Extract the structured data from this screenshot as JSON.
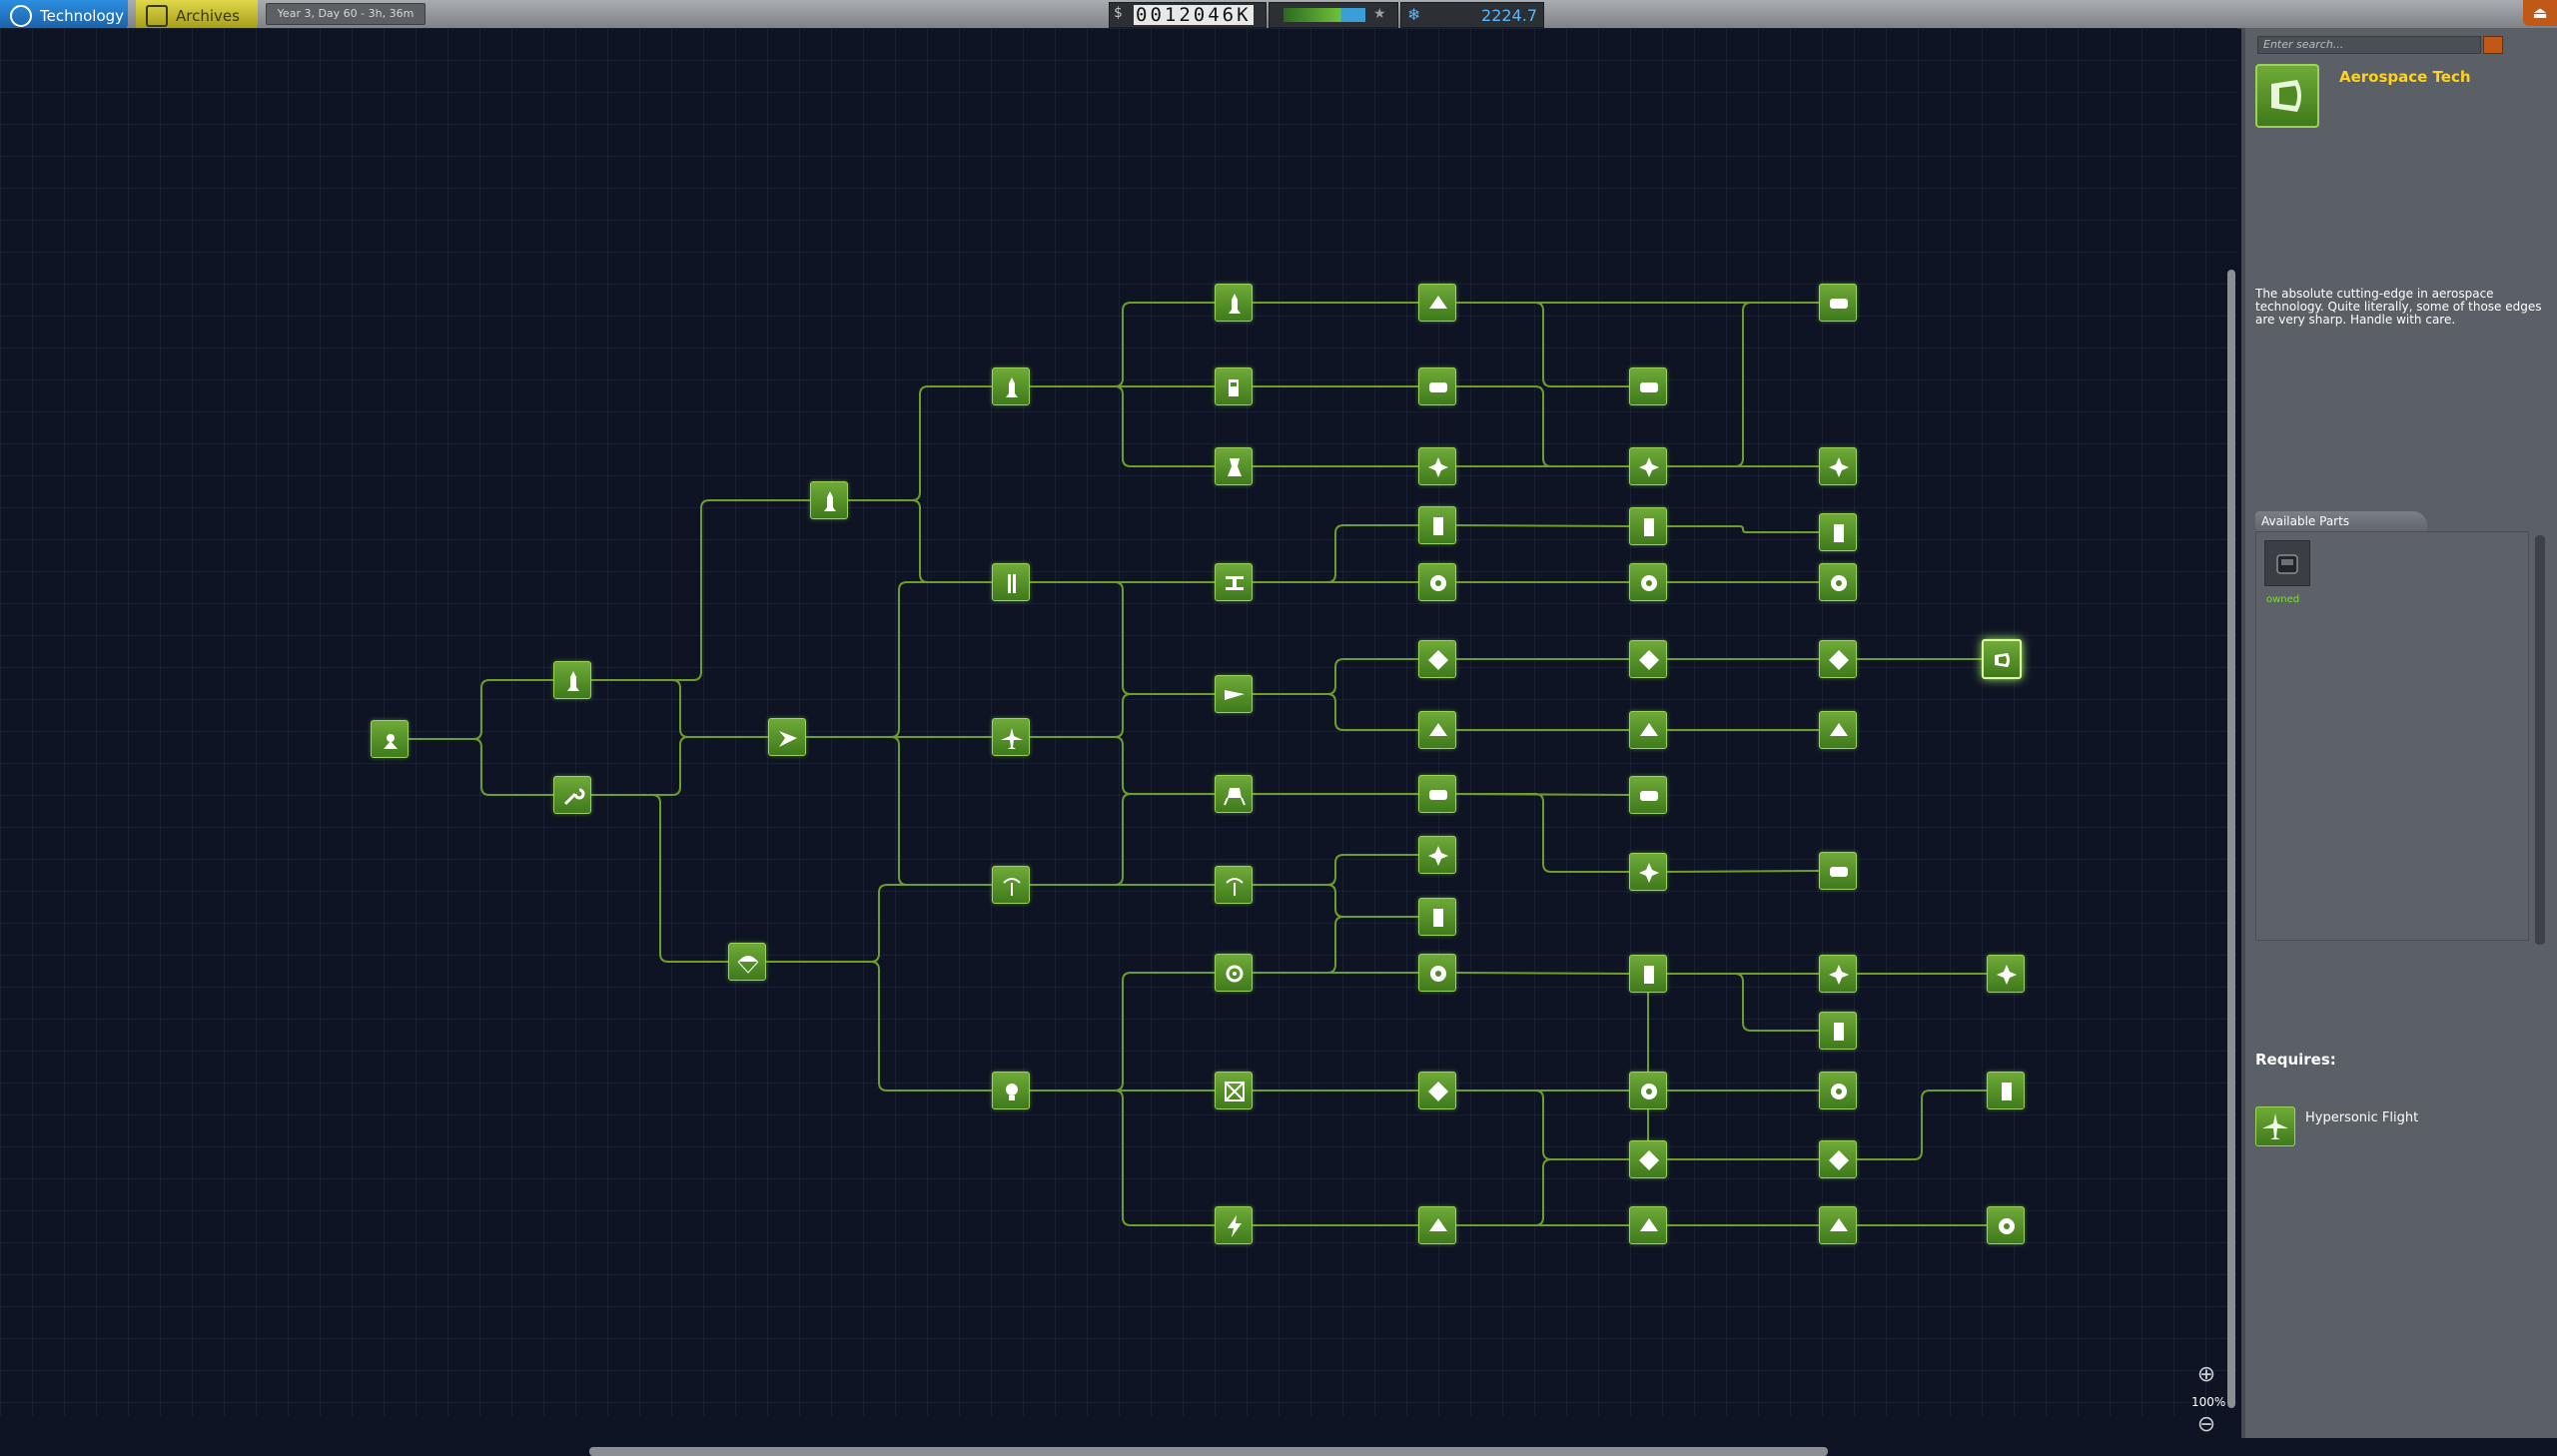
{
  "topbar": {
    "tabs": [
      {
        "label": "Technology",
        "icon": "gear-icon"
      },
      {
        "label": "Archives",
        "icon": "archive-icon"
      }
    ],
    "game_time": "Year 3, Day 60 - 3h, 36m",
    "funds": "0012046",
    "funds_suffix": "K",
    "science": "2224.7",
    "science_icon": "atom-icon",
    "reputation_fill_fraction": 0.55,
    "close_icon": "exit-icon"
  },
  "tree": {
    "zoom": "100%",
    "nodes": [
      {
        "id": "start",
        "icon": "satellite-icon"
      },
      {
        "id": "basic-rocketry",
        "icon": "rocket-icon"
      },
      {
        "id": "engineering-101",
        "icon": "wrench-icon"
      },
      {
        "id": "general-rocketry",
        "icon": "rocket-icon"
      },
      {
        "id": "stability",
        "icon": "fin-icon"
      },
      {
        "id": "survivability",
        "icon": "parachute-icon"
      },
      {
        "id": "advanced-rocketry",
        "icon": "rocket-icon"
      },
      {
        "id": "general-construction",
        "icon": "tower-icon"
      },
      {
        "id": "aviation",
        "icon": "plane-icon"
      },
      {
        "id": "basic-science",
        "icon": "antenna-icon"
      },
      {
        "id": "electrics",
        "icon": "bulb-icon"
      },
      {
        "id": "heavy-rocketry",
        "icon": "rocket-icon"
      },
      {
        "id": "fuel-systems",
        "icon": "fuel-icon"
      },
      {
        "id": "propulsion-systems",
        "icon": "engine-icon"
      },
      {
        "id": "advanced-construction",
        "icon": "girder-icon"
      },
      {
        "id": "aerodynamics",
        "icon": "wing-icon"
      },
      {
        "id": "landing",
        "icon": "lander-icon"
      },
      {
        "id": "space-exploration",
        "icon": "antenna-icon"
      },
      {
        "id": "miniaturization",
        "icon": "probe-icon"
      },
      {
        "id": "advanced-electrics",
        "icon": "solar-icon"
      },
      {
        "id": "electric-power",
        "icon": "bolt-icon"
      }
    ],
    "selected_node": "Aerospace Tech"
  },
  "panel": {
    "search_placeholder": "Enter search...",
    "selected_title": "Aerospace Tech",
    "selected_icon": "aerospace-tech-icon",
    "description": "The absolute cutting-edge in aerospace technology. Quite literally, some of those edges are very sharp. Handle with care.",
    "parts_tab": "Available Parts",
    "parts": [
      {
        "status": "owned",
        "icon": "part-icon"
      }
    ],
    "requires_title": "Requires:",
    "requires": [
      {
        "label": "Hypersonic Flight",
        "icon": "plane-icon"
      }
    ]
  }
}
